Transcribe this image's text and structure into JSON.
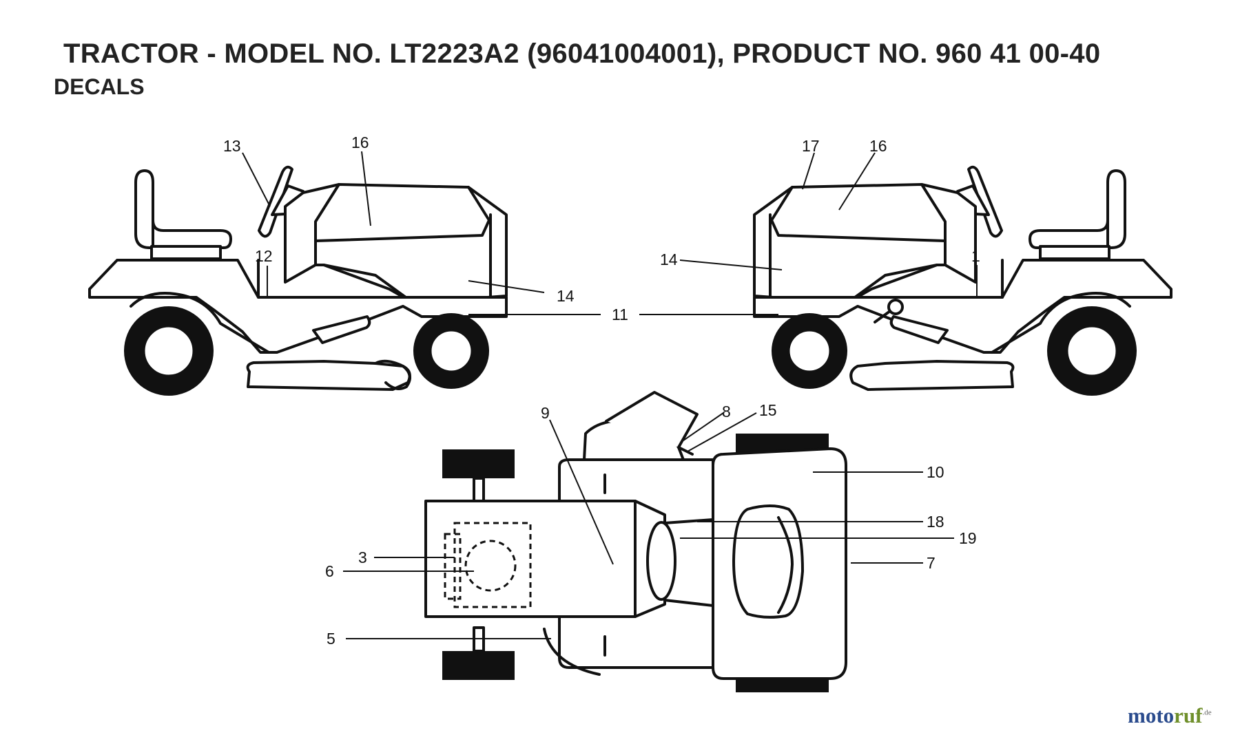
{
  "header": {
    "title": "TRACTOR - MODEL NO. LT2223A2 (96041004001), PRODUCT NO. 960 41 00-40",
    "subtitle": "DECALS"
  },
  "callouts": {
    "c13": "13",
    "c16a": "16",
    "c12": "12",
    "c14a": "14",
    "c11": "11",
    "c17": "17",
    "c16b": "16",
    "c14b": "14",
    "c1": "1",
    "c9": "9",
    "c8": "8",
    "c15": "15",
    "c10": "10",
    "c18": "18",
    "c19": "19",
    "c3": "3",
    "c6": "6",
    "c7": "7",
    "c5": "5"
  },
  "watermark": {
    "part1": "moto",
    "part2": "ruf",
    "suffix": ".de",
    "color1": "#2a4b8d",
    "color2": "#6f8f2a"
  }
}
